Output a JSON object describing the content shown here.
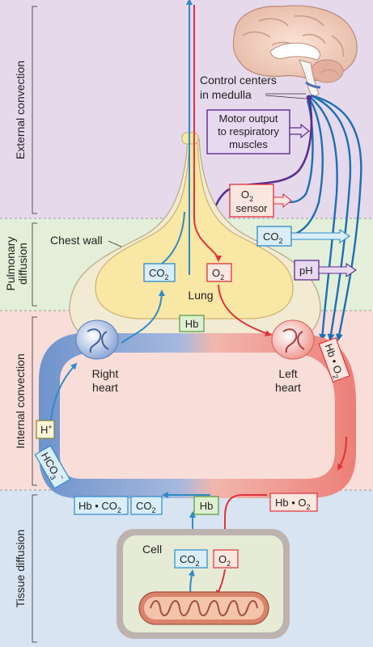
{
  "zones": {
    "external": "External convection",
    "pulmonary_line1": "Pulmonary",
    "pulmonary_line2": "diffusion",
    "internal": "Internal convection",
    "tissue": "Tissue diffusion"
  },
  "labels": {
    "control_line1": "Control centers",
    "control_line2": "in medulla",
    "motor_line1": "Motor output",
    "motor_line2": "to respiratory",
    "motor_line3": "muscles",
    "o2_sensor_main": "O",
    "o2_sensor_sub": "2",
    "o2_sensor_word": "sensor",
    "chest_wall": "Chest wall",
    "co2_box_main": "CO",
    "co2_box_sub": "2",
    "ph": "pH",
    "lung": "Lung",
    "hb": "Hb",
    "right_heart_1": "Right",
    "right_heart_2": "heart",
    "left_heart_1": "Left",
    "left_heart_2": "heart",
    "hbo2": "Hb • O",
    "hbco2": "Hb • CO",
    "sub2": "2",
    "h_plus": "H",
    "plus": "+",
    "hco3": "HCO",
    "sub3": "3",
    "minus": "−",
    "cell": "Cell"
  },
  "colors": {
    "external_bg": "#E6D9EC",
    "pulmonary_bg": "#E3EFD8",
    "internal_bg": "#F8DDD8",
    "tissue_bg": "#D8E4F2",
    "lung_fill": "#F9E7A6",
    "chest_fill": "#F3EAD3",
    "oxygen_red": "#E2313A",
    "co2_blue": "#2F8BC8",
    "neural_purple": "#5A2E8C"
  }
}
